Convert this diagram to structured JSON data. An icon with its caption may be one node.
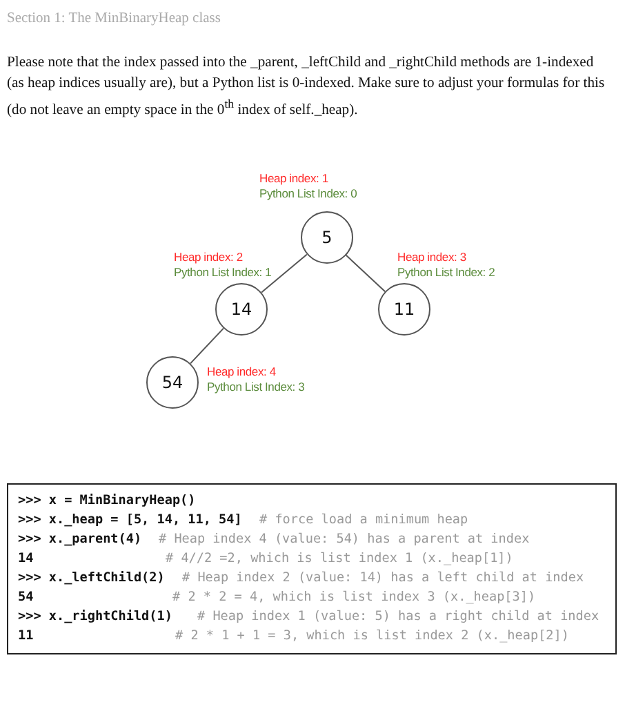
{
  "diagram": {
    "nodes": [
      {
        "text": [
          "5"
        ],
        "beside": [
          "Heap index: 1",
          "Python List Index: 0"
        ]
      },
      {
        "text": [
          "14"
        ],
        "beside": [
          "Heap index: 2",
          "Python List Index: 1"
        ]
      },
      {
        "text": [
          "11"
        ],
        "beside": [
          "Heap index: 3",
          "Python List Index: 2"
        ]
      },
      {
        "text": [
          "54"
        ],
        "beside": [
          "Heap index: 4",
          "Python List Index: 3"
        ]
      }
    ],
    "edges": [
      {
        "from": 0,
        "to": 1,
        "arrow": "none"
      },
      {
        "from": 0,
        "to": 2,
        "arrow": "none"
      },
      {
        "from": 1,
        "to": 3,
        "arrow": "none"
      }
    ],
    "labels": [
      "Section 1: The MinBinaryHeap class",
      "Please note that the index passed into the _parent, _leftChild and _rightChild methods are 1-indexed (as heap indices usually are), but a Python list is 0-indexed. Make sure to adjust your formulas for this (do not leave an empty space in the 0$^{th}$ index of self._heap).",
      ">>> x = MinBinaryHeap()",
      ">>> x._heap = [5, 14, 11, 54]",
      "# force load a minimum heap",
      ">>> x._parent(4)",
      "# Heap index 4 (value: 54) has a parent at index",
      "14",
      "# 4//2 =2, which is list index 1 (x._heap[1])",
      ">>> x._leftChild(2)",
      "# Heap index 2 (value: 14) has a left child at index",
      "54",
      "# 2 * 2 = 4, which is list index 3 (x._heap[3])",
      ">>> x._rightChild(1)",
      "# Heap index 1 (value: 5) has a right child at index",
      "11",
      "# 2 * 1 + 1 = 3, which is list index 2 (x._heap[2])"
    ]
  }
}
